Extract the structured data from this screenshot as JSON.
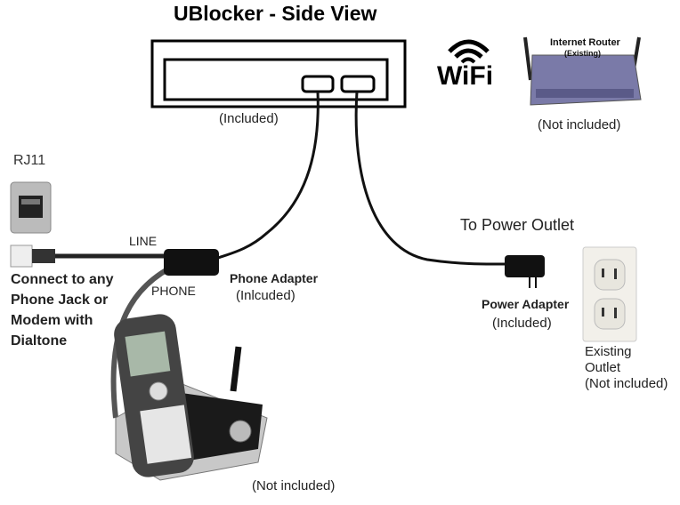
{
  "title": "UBlocker - Side View",
  "ublocker": {
    "included": "(Included)"
  },
  "wifi": {
    "logo_text": "WiFi"
  },
  "router": {
    "label": "Internet Router",
    "sublabel": "(Existing)",
    "note": "(Not included)"
  },
  "rj11": {
    "label": "RJ11"
  },
  "cable_labels": {
    "line": "LINE",
    "phone": "PHONE"
  },
  "phone_adapter": {
    "label": "Phone Adapter",
    "note": "(Inlcuded)"
  },
  "connect_text": [
    "Connect to any",
    "Phone Jack or",
    "Modem with",
    "Dialtone"
  ],
  "power": {
    "heading": "To Power Outlet",
    "adapter_label": "Power Adapter",
    "adapter_note": "(Included)"
  },
  "outlet": {
    "lines": [
      "Existing",
      "Outlet",
      "(Not included)"
    ]
  },
  "phone": {
    "note": "(Not included)"
  },
  "colors": {
    "cable": "#111111",
    "phone_cord": "#555555",
    "router_body": "#7a7aa8",
    "outlet": "#f2f0ea"
  }
}
